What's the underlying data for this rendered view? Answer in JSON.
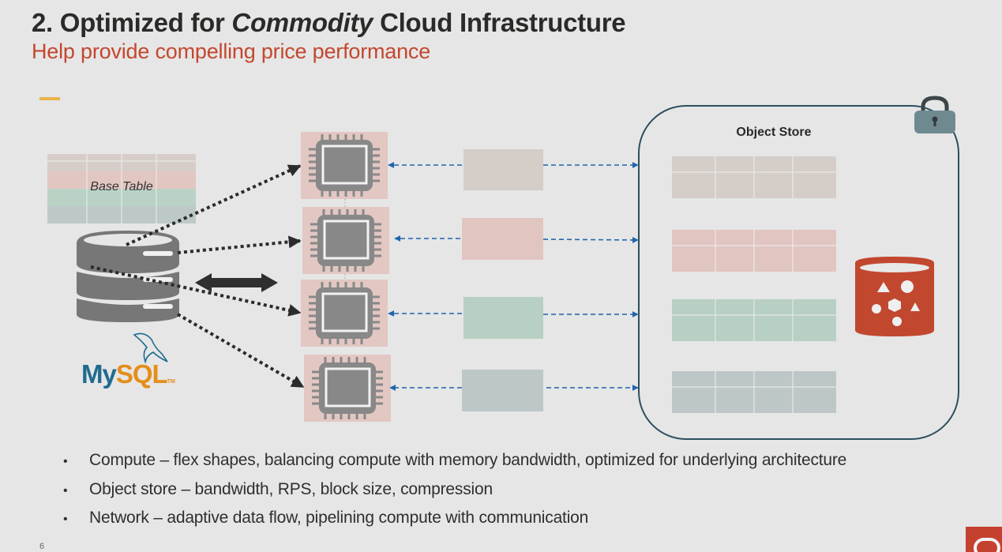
{
  "slide": {
    "title_prefix": "2. Optimized for ",
    "title_emphasis": "Commodity",
    "title_suffix": " Cloud Infrastructure",
    "subtitle": "Help provide compelling price performance",
    "page_number": "6"
  },
  "diagram": {
    "base_table_label": "Base Table",
    "object_store_label": "Object Store",
    "mysql_logo": {
      "my": "My",
      "sql": "SQL",
      "tm": "TM"
    },
    "base_table_colors": [
      "#d6cdc8",
      "#e2c6c2",
      "#b9d2c5",
      "#bdc8c9"
    ],
    "partition_colors": [
      "#d4cdc8",
      "#e1c5c1",
      "#b8cfc3",
      "#bdc7c8"
    ],
    "compute_node_count": 4,
    "icons": [
      "database-icon",
      "cpu-chip-icon",
      "lock-icon",
      "object-bucket-icon",
      "mysql-dolphin-icon",
      "bidirectional-arrow-icon"
    ],
    "colors": {
      "chip_bg": "#e2c7c3",
      "chip": "#888888",
      "dashed_arrow": "#1f64ad",
      "dotted_arrow": "#2b2b2b",
      "object_store_border": "#2d4f5e",
      "bucket": "#c2472f",
      "lock": "#6e8a90",
      "accent": "#c4472e"
    }
  },
  "bullets": [
    "Compute – flex shapes, balancing compute with memory bandwidth, optimized for underlying architecture",
    "Object store – bandwidth, RPS, block size, compression",
    "Network – adaptive data flow, pipelining compute with communication"
  ],
  "bullet_glyph": "•"
}
